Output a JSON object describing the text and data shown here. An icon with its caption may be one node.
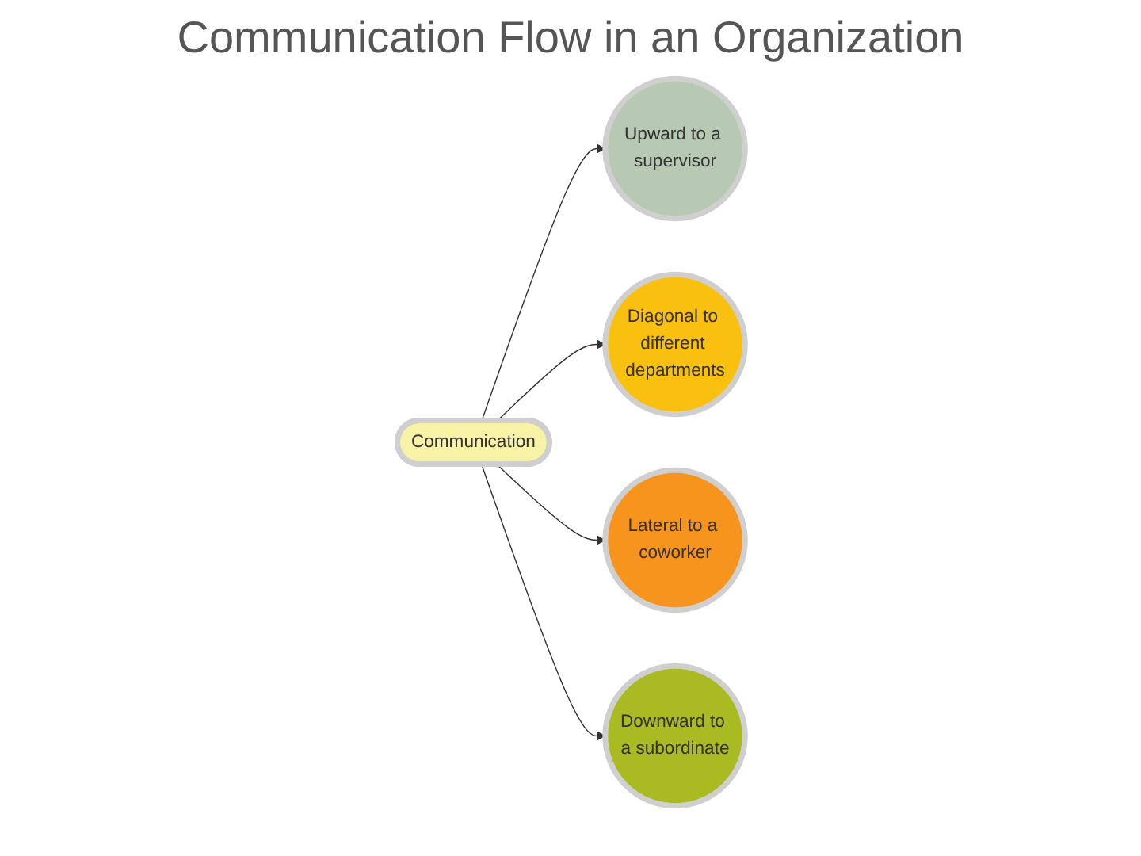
{
  "diagram": {
    "title": "Communication Flow in an Organization",
    "nodes": [
      {
        "text": [
          "Upward to a supervisor"
        ]
      },
      {
        "text": [
          "Diagonal to different departments"
        ]
      },
      {
        "text": [
          "Communication"
        ]
      },
      {
        "text": [
          "Lateral to a coworker"
        ]
      },
      {
        "text": [
          "Downward to a subordinate"
        ]
      }
    ],
    "edges": [
      {
        "from": 2,
        "to": 0,
        "arrow": "to"
      },
      {
        "from": 2,
        "to": 1,
        "arrow": "to"
      },
      {
        "from": 2,
        "to": 3,
        "arrow": "to"
      },
      {
        "from": 2,
        "to": 4,
        "arrow": "to"
      }
    ]
  }
}
